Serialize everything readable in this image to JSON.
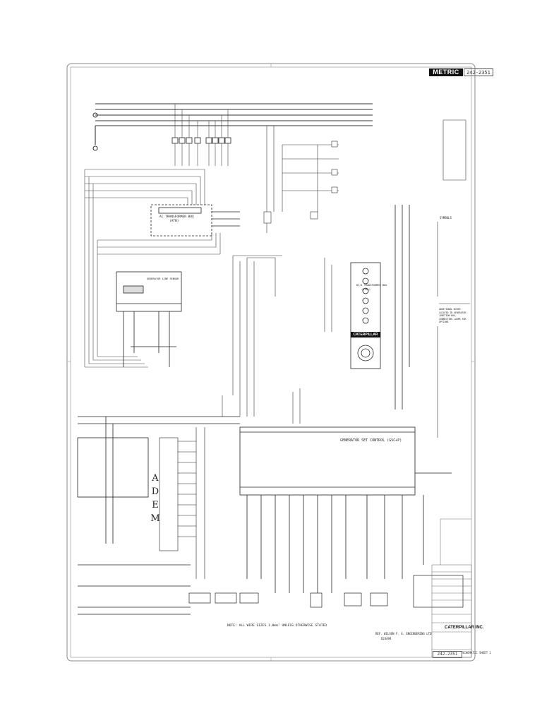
{
  "header": {
    "metric_label": "METRIC",
    "drawing_number": "242-2351"
  },
  "labels": {
    "ac_transformer_box": "AC TRANSFORMER BOX",
    "ac_transformer_box_sub": "(ATB)",
    "dc_transformer_box": "DC/1 TRANSFORMER BOX",
    "dc_transformer_box_sub": "(ATB+)",
    "generator_line_sensor": "GENERATOR LINE SENSOR",
    "generator_set_control": "GENERATOR SET CONTROL (GSC+P)",
    "adem": [
      "A",
      "D",
      "E",
      "M"
    ],
    "symbols_title": "SYMBOLS",
    "options_note": "ADDITIONAL WIRES LOCATED IN GENERATOR JUNCTION BOX, CONNECTING LOOMS FOR OPTIONS",
    "wire_note": "NOTE: ALL WIRE SIZES 1.0mm² UNLESS OTHERWISE STATED",
    "ref_note": "REF. WILSON F. G. ENGINEERING LTD",
    "ref_note_sub": "D24A94"
  },
  "logo": "CATERPILLAR",
  "title_block": {
    "company": "CATERPILLAR INC.",
    "drawing_number": "242-2351",
    "sheet": "SCHEMATIC SHEET 1"
  },
  "colors": {
    "line": "#333333",
    "border": "#888888",
    "background": "#ffffff"
  }
}
